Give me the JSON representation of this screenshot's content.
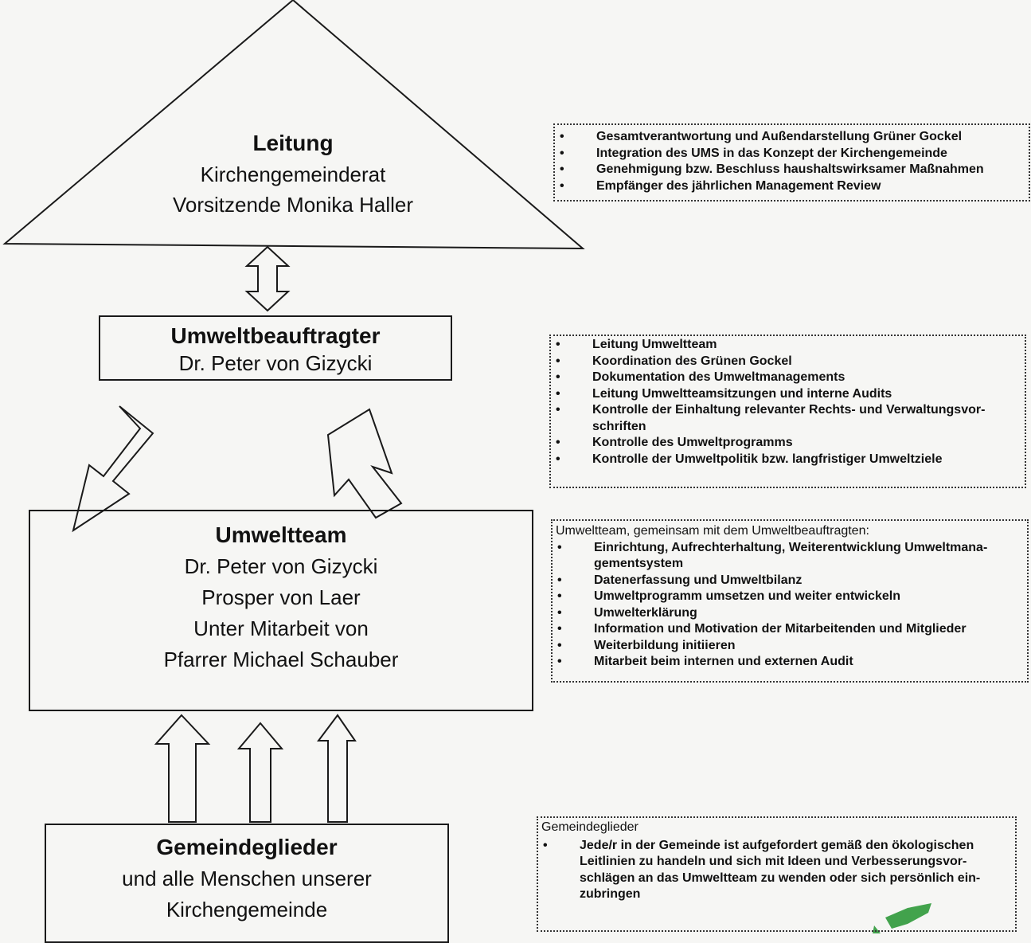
{
  "nodes": {
    "leitung": {
      "title": "Leitung",
      "lines": [
        "Kirchengemeinderat",
        "Vorsitzende Monika Haller"
      ]
    },
    "beauftragter": {
      "title": "Umweltbeauftragter",
      "lines": [
        "Dr. Peter von Gizycki"
      ]
    },
    "team": {
      "title": "Umweltteam",
      "lines": [
        "Dr. Peter von Gizycki",
        "Prosper von Laer",
        "Unter Mitarbeit von",
        "Pfarrer Michael Schauber"
      ]
    },
    "glieder": {
      "title": "Gemeindeglieder",
      "lines": [
        "und alle Menschen unserer",
        "Kirchengemeinde"
      ]
    }
  },
  "panels": {
    "leitung_tasks": [
      "Gesamtverantwortung und Außendarstellung Grüner Gockel",
      "Integration des UMS in das Konzept der Kirchengemeinde",
      "Genehmigung bzw. Beschluss haushaltswirksamer Maßnahmen",
      "Empfänger des jährlichen Management Review"
    ],
    "beauftragter_tasks": [
      "Leitung Umweltteam",
      "Koordination des Grünen Gockel",
      "Dokumentation des Umweltmanagements",
      "Leitung Umweltteamsitzungen und interne Audits",
      "Kontrolle der Einhaltung relevanter Rechts- und Verwaltungsvor-schriften",
      "Kontrolle des Umweltprogramms",
      "Kontrolle der Umweltpolitik bzw. langfristiger Umweltziele"
    ],
    "team_heading": "Umweltteam, gemeinsam mit dem Umweltbeauftragten:",
    "team_tasks": [
      "Einrichtung, Aufrechterhaltung, Weiterentwicklung Umweltmana-gementsystem",
      "Datenerfassung und Umweltbilanz",
      "Umweltprogramm umsetzen und weiter entwickeln",
      "Umwelterklärung",
      "Information und Motivation der Mitarbeitenden und Mitglieder",
      "Weiterbildung initiieren",
      "Mitarbeit beim internen und externen Audit"
    ],
    "glieder_heading": "Gemeindeglieder",
    "glieder_tasks": [
      "Jede/r in der Gemeinde ist aufgefordert gemäß den ökologischen Leitlinien zu handeln und sich mit Ideen und Verbesserungsvor-schlägen an das Umweltteam zu wenden oder sich persönlich ein-zubringen"
    ]
  },
  "colors": {
    "ink": "#1a1a1a",
    "paper": "#f6f6f4",
    "logo_green": "#2f9a3a"
  }
}
